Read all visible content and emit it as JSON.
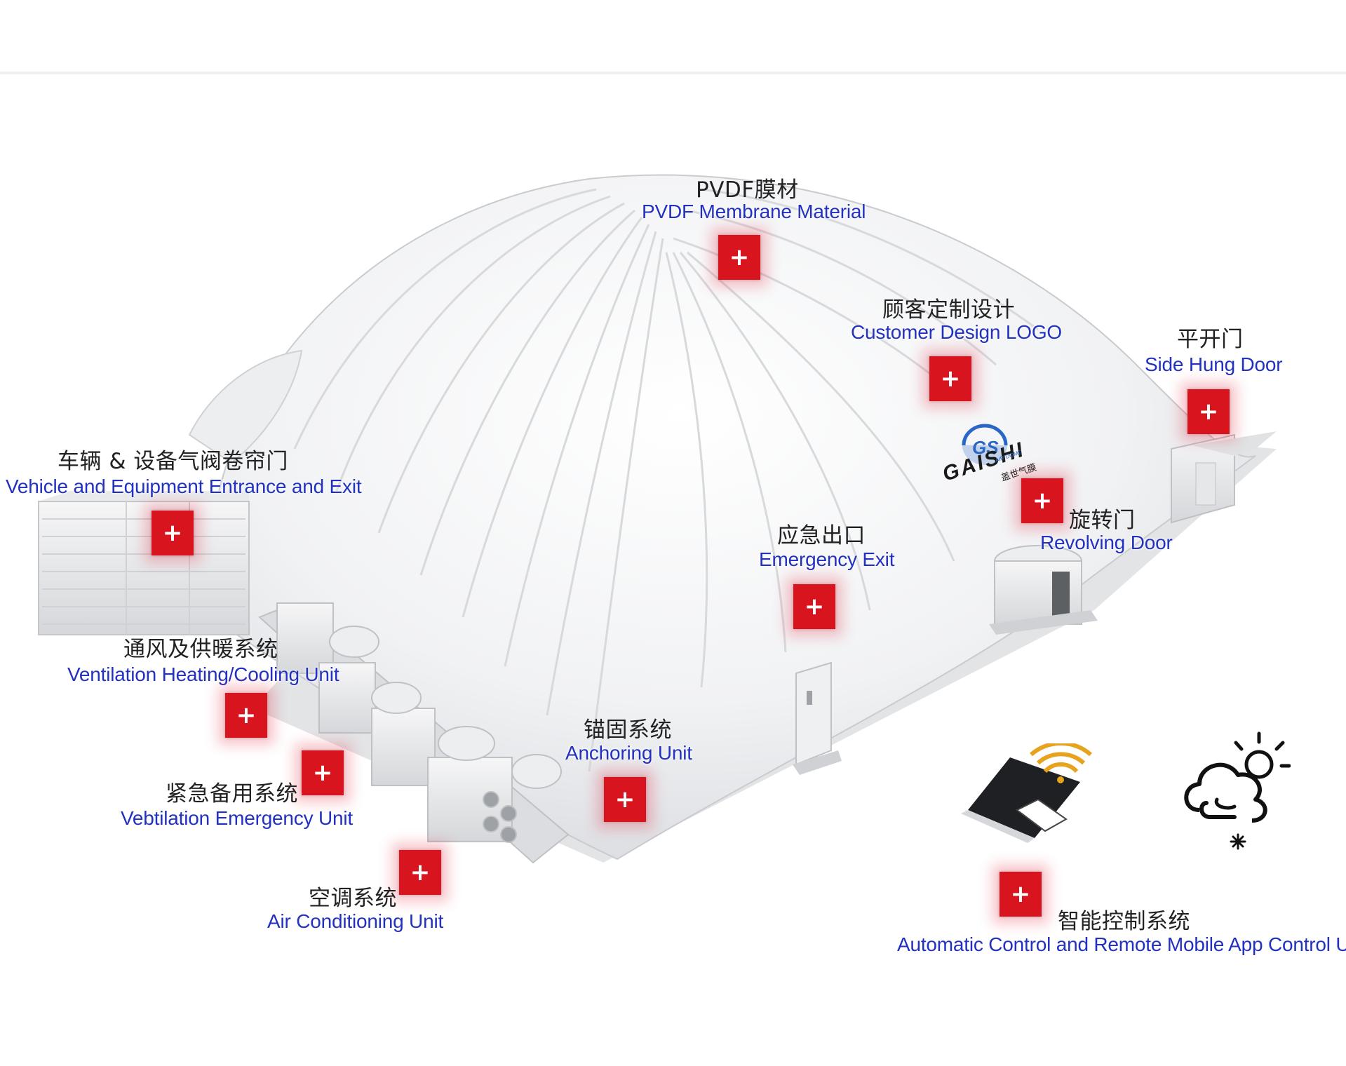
{
  "labels": {
    "pvdf": {
      "cn": "PVDF膜材",
      "en": "PVDF Membrane Material"
    },
    "logo_design": {
      "cn": "顾客定制设计",
      "en": "Customer Design LOGO"
    },
    "side_door": {
      "cn": "平开门",
      "en": "Side Hung Door"
    },
    "vehicle": {
      "cn": "车辆 & 设备气阀卷帘门",
      "en": "Vehicle and Equipment Entrance and Exit"
    },
    "revolving": {
      "cn": "旋转门",
      "en": "Revolving Door"
    },
    "emergency_exit": {
      "cn": "应急出口",
      "en": "Emergency Exit"
    },
    "ventilation": {
      "cn": "通风及供暖系统",
      "en": "Ventilation Heating/Cooling Unit"
    },
    "anchoring": {
      "cn": "锚固系统",
      "en": "Anchoring Unit"
    },
    "emergency_unit": {
      "cn": "紧急备用系统",
      "en": "Vebtilation Emergency Unit"
    },
    "air_conditioning": {
      "cn": "空调系统",
      "en": "Air Conditioning Unit"
    },
    "control": {
      "cn": "智能控制系统",
      "en": "Automatic Control and Remote Mobile App Control Unit"
    }
  },
  "hotspot_symbol": "+",
  "brand": {
    "name": "GAISHI",
    "monogram": "GS",
    "subtitle": "AIR DOME",
    "cn_name": "盖世气膜"
  },
  "colors": {
    "hotspot": "#d8141f",
    "label_en": "#2231c0",
    "label_cn": "#222222",
    "dome": "#f3f4f6",
    "logo_blue": "#2a66c7"
  },
  "icons": [
    "tablet-phone-wifi-icon",
    "weather-cloud-sun-snow-icon"
  ]
}
